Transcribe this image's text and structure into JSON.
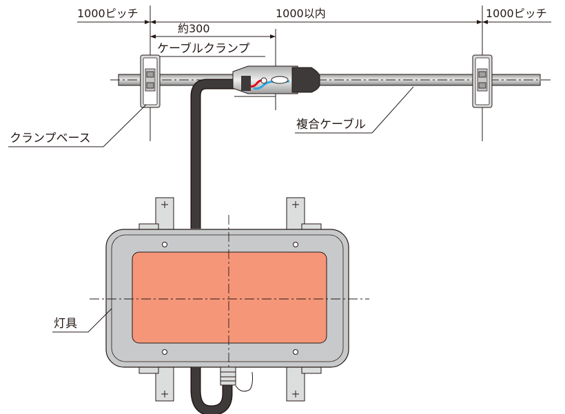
{
  "labels": {
    "pitch_left": "1000ピッチ",
    "span": "1000以内",
    "pitch_right": "1000ピッチ",
    "approx": "約300",
    "cable_clamp": "ケーブルクランプ",
    "clamp_base": "クランプベース",
    "composite_cable": "複合ケーブル",
    "fixture": "灯具"
  },
  "colors": {
    "fixture_lens": "#f59679",
    "fixture_body": "#c8c9ca",
    "cable_black": "#3e3a39",
    "wire_red": "#e60012",
    "wire_blue": "#2ea7e0",
    "line": "#231815"
  }
}
